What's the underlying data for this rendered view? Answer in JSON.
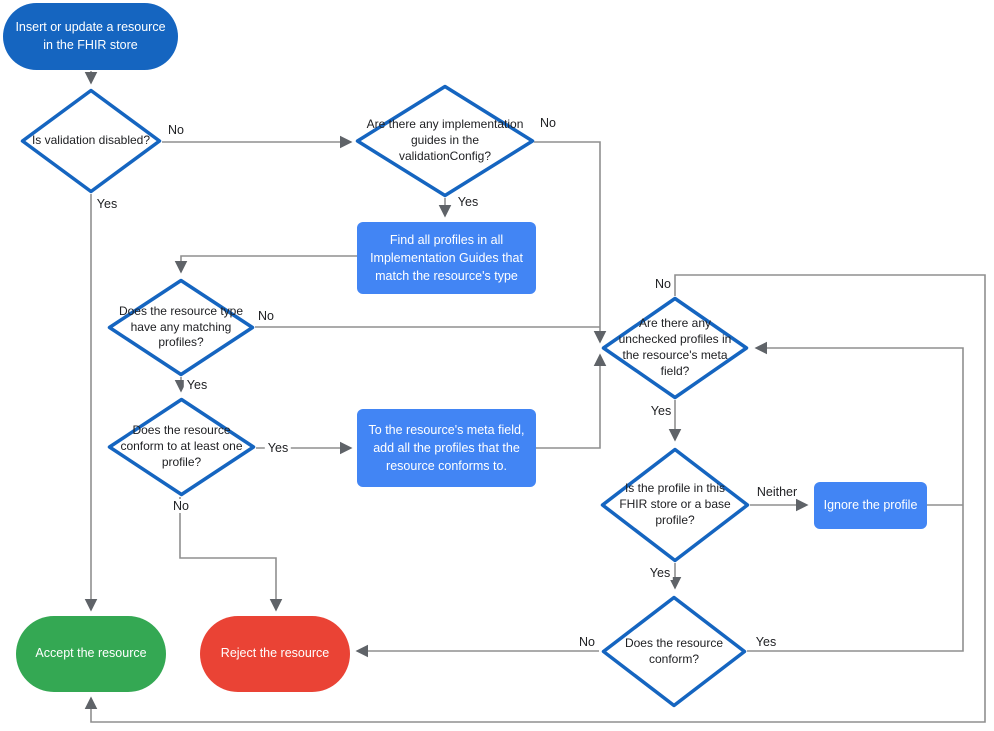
{
  "colors": {
    "start_blue": "#1565c0",
    "process_blue": "#4285f4",
    "accept_green": "#34a853",
    "reject_red": "#ea4335",
    "decision_border": "#1565c0",
    "connector_gray": "#8f8f8f",
    "arrow_gray": "#5f6368",
    "label_text": "#202124"
  },
  "nodes": {
    "start": {
      "type": "terminal",
      "label": "Insert or update a resource in the FHIR store"
    },
    "is_validation_disabled": {
      "type": "decision",
      "label": "Is validation disabled?"
    },
    "implementation_guides": {
      "type": "decision",
      "label": "Are there any implementation guides in the validationConfig?"
    },
    "find_profiles": {
      "type": "process",
      "label": "Find all profiles in all Implementation Guides that match the resource's type"
    },
    "matching_profiles": {
      "type": "decision",
      "label": "Does the resource type have any matching profiles?"
    },
    "conforms_to_one_profile": {
      "type": "decision",
      "label": "Does the resource conform to at least one profile?"
    },
    "add_profiles_to_meta": {
      "type": "process",
      "label": "To the resource's meta field, add all the profiles that the resource conforms to."
    },
    "unchecked_profiles": {
      "type": "decision",
      "label": "Are there any unchecked profiles in the resource's meta field?"
    },
    "profile_in_store_or_base": {
      "type": "decision",
      "label": "Is the profile in this FHIR store or a base profile?"
    },
    "ignore_profile": {
      "type": "process",
      "label": "Ignore the profile"
    },
    "does_resource_conform": {
      "type": "decision",
      "label": "Does the resource conform?"
    },
    "accept": {
      "type": "terminal",
      "label": "Accept the resource"
    },
    "reject": {
      "type": "terminal",
      "label": "Reject the resource"
    }
  },
  "edge_labels": {
    "validation_no": "No",
    "validation_yes": "Yes",
    "guides_no": "No",
    "guides_yes": "Yes",
    "matching_no": "No",
    "matching_yes": "Yes",
    "conform_yes": "Yes",
    "conform_no": "No",
    "unchecked_no": "No",
    "unchecked_yes": "Yes",
    "profile_neither": "Neither",
    "profile_yes": "Yes",
    "conforms2_no": "No",
    "conforms2_yes": "Yes"
  }
}
